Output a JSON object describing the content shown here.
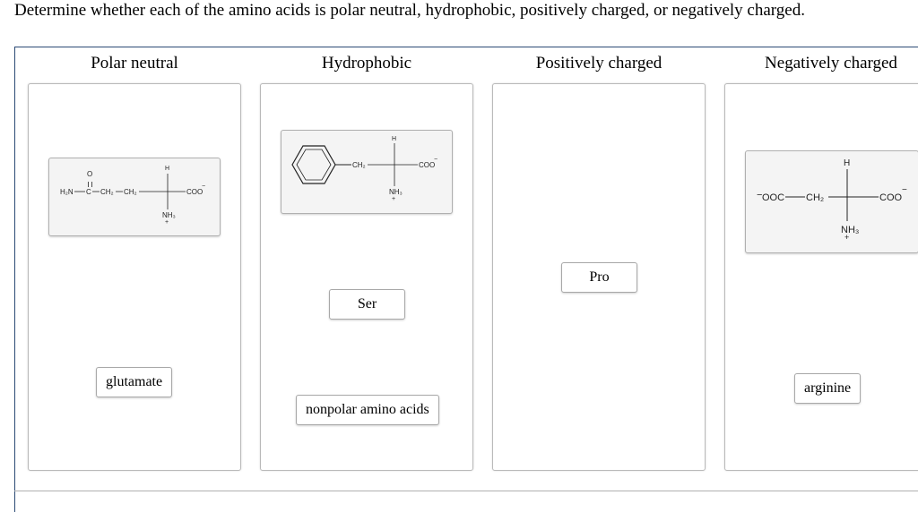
{
  "prompt": "Determine whether each of the amino acids is polar neutral, hydrophobic, positively charged, or negatively charged.",
  "bins": [
    {
      "header": "Polar neutral"
    },
    {
      "header": "Hydrophobic"
    },
    {
      "header": "Positively charged"
    },
    {
      "header": "Negatively charged"
    }
  ],
  "chips": {
    "glutamate": "glutamate",
    "ser": "Ser",
    "nonpolar": "nonpolar amino acids",
    "pro": "Pro",
    "arginine": "arginine"
  },
  "structures": {
    "glutamine_side": {
      "h2n": "H₂N",
      "c": "C",
      "ch2a": "CH₂",
      "ch2b": "CH₂",
      "coo": "COO",
      "o": "O",
      "h": "H",
      "nh3": "NH₃",
      "plus": "+",
      "minus": "−"
    },
    "phenylalanine": {
      "ch2": "CH₂",
      "coo": "COO",
      "h": "H",
      "nh3": "NH₃",
      "plus": "+",
      "minus": "−"
    },
    "aspartate": {
      "ooc": "OOC",
      "ch2": "CH₂",
      "coo": "COO",
      "h": "H",
      "nh3": "NH₃",
      "plus": "+",
      "minus_left": "−",
      "minus_right": "−"
    }
  }
}
